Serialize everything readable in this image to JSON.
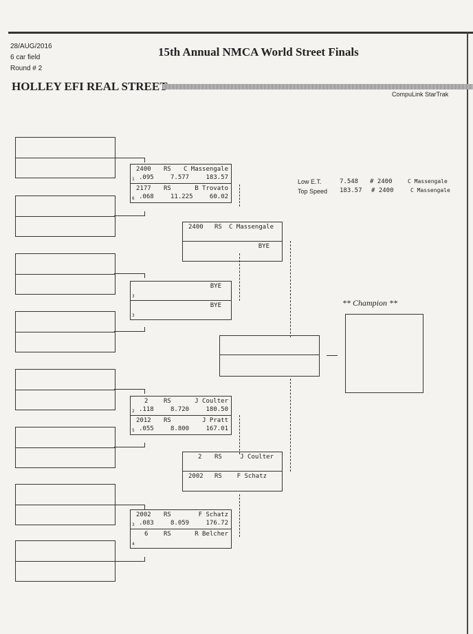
{
  "header": {
    "date": "28/AUG/2016",
    "field": "6 car field",
    "round": "Round # 2",
    "event_title": "15th Annual NMCA World Street Finals",
    "class_title": "HOLLEY EFI REAL STREET",
    "brand": "CompuLink StarTrak"
  },
  "stats": {
    "low_et_label": "Low  E.T.",
    "low_et": "7.548",
    "low_et_car": "# 2400",
    "low_et_driver": "C Massengale",
    "top_speed_label": "Top Speed",
    "top_speed": "183.57",
    "top_speed_car": "# 2400",
    "top_speed_driver": "C Massengale"
  },
  "round1": [
    [
      {
        "car": "2400",
        "cls": "RS",
        "name": "C Massengale",
        "lane": "1",
        "rt": ".095",
        "et": "7.577",
        "mph": "183.57"
      },
      {
        "car": "2177",
        "cls": "RS",
        "name": "B Trovato",
        "lane": "6",
        "rt": ".068",
        "et": "11.225",
        "mph": "60.02"
      }
    ],
    [
      {
        "car": "",
        "cls": "",
        "name": "BYE",
        "lane": "3",
        "rt": "",
        "et": "",
        "mph": ""
      },
      {
        "car": "",
        "cls": "",
        "name": "BYE",
        "lane": "3",
        "rt": "",
        "et": "",
        "mph": ""
      }
    ],
    [
      {
        "car": "2",
        "cls": "RS",
        "name": "J Coulter",
        "lane": "2",
        "rt": ".118",
        "et": "8.720",
        "mph": "180.50"
      },
      {
        "car": "2012",
        "cls": "RS",
        "name": "J Pratt",
        "lane": "5",
        "rt": ".055",
        "et": "8.800",
        "mph": "167.01"
      }
    ],
    [
      {
        "car": "2002",
        "cls": "RS",
        "name": "F Schatz",
        "lane": "3",
        "rt": ".083",
        "et": "8.059",
        "mph": "176.72"
      },
      {
        "car": "6",
        "cls": "RS",
        "name": "R Belcher",
        "lane": "4",
        "rt": "",
        "et": "",
        "mph": ""
      }
    ]
  ],
  "round2": [
    [
      {
        "car": "2400",
        "cls": "RS",
        "name": "C Massengale"
      },
      {
        "car": "",
        "cls": "",
        "name": "BYE"
      }
    ],
    [
      {
        "car": "2",
        "cls": "RS",
        "name": "J Coulter"
      },
      {
        "car": "2002",
        "cls": "RS",
        "name": "F Schatz"
      }
    ]
  ],
  "champion_label": "** Champion **"
}
